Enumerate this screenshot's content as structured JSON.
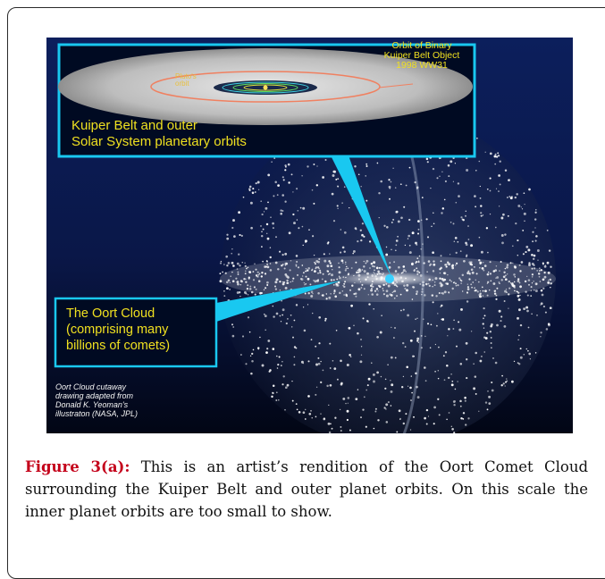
{
  "figure": {
    "orbit_binary_label": [
      "Orbit of Binary",
      "Kuiper Belt Object",
      "1998 WW31"
    ],
    "pluto_label": [
      "Pluto's",
      "orbit"
    ],
    "kuiper_caption": [
      "Kuiper Belt and outer",
      "Solar System planetary orbits"
    ],
    "oort_caption": [
      "The Oort Cloud",
      "(comprising many",
      "billions of comets)"
    ],
    "credit": [
      "Oort Cloud cutaway",
      "drawing adapted from",
      "Donald K. Yeoman's",
      "illustraton (NASA, JPL)"
    ]
  },
  "caption": {
    "label": "Figure 3(a):",
    "text": " This is an artist’s rendition of the Oort Comet Cloud surrounding the Kuiper Belt and outer planet orbits. On this scale the inner planet orbits are too small to show."
  }
}
